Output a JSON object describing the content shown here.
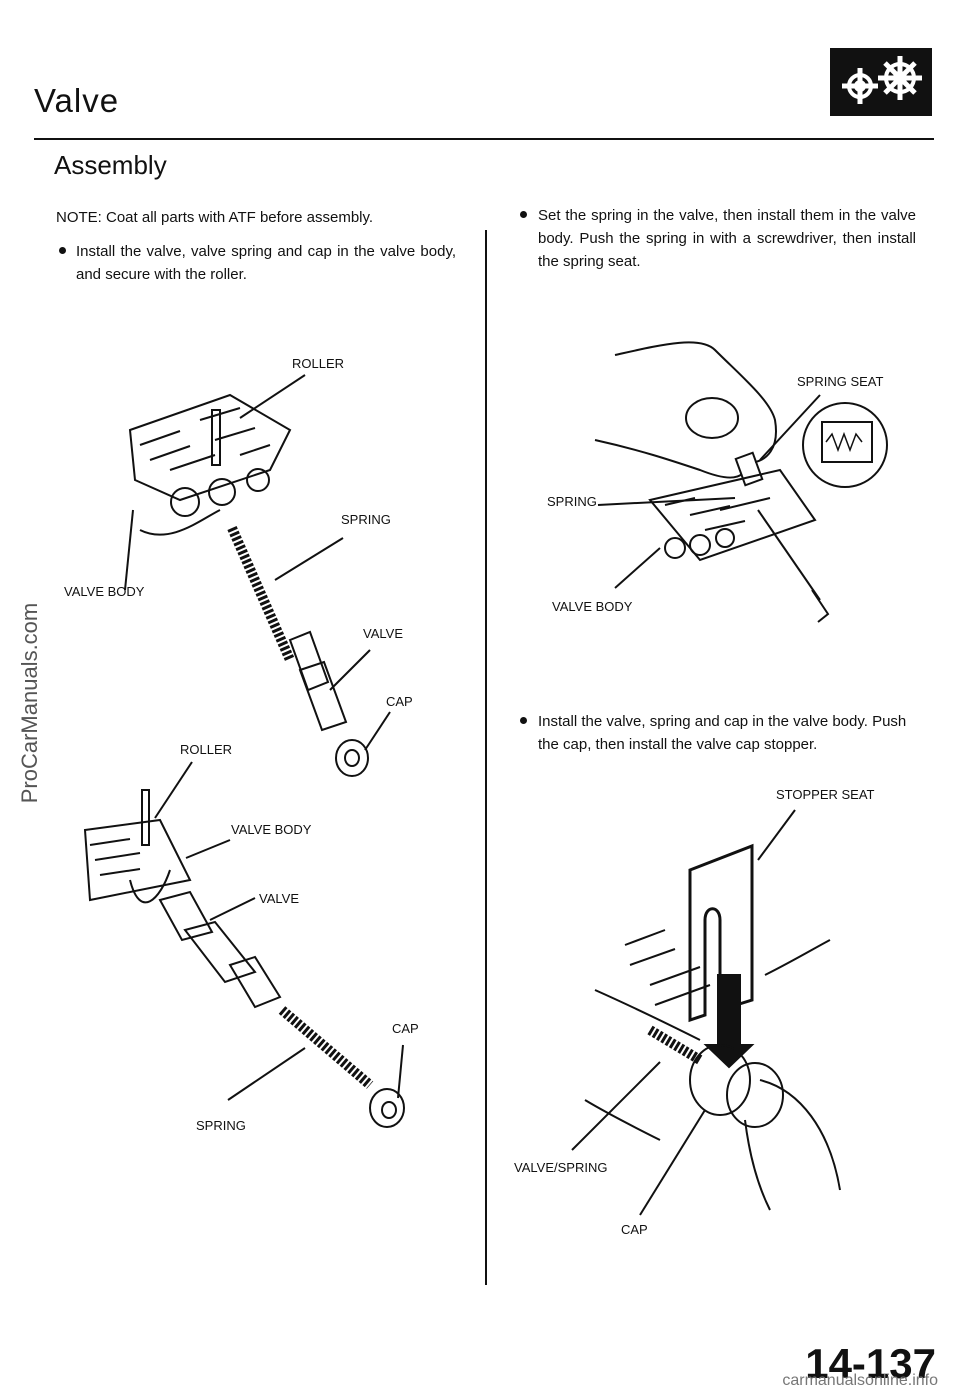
{
  "header": {
    "title": "Valve",
    "subtitle": "Assembly"
  },
  "left": {
    "note": "NOTE:  Coat all parts with ATF before assembly.",
    "step1": "Install the valve, valve spring and cap in the valve body, and secure with the roller.",
    "fig1": {
      "roller": "ROLLER",
      "spring": "SPRING",
      "valve_body": "VALVE BODY",
      "valve": "VALVE",
      "cap": "CAP"
    },
    "fig2": {
      "roller": "ROLLER",
      "valve_body": "VALVE BODY",
      "valve": "VALVE",
      "cap": "CAP",
      "spring": "SPRING"
    }
  },
  "right": {
    "step2": "Set the spring in the valve, then install them in the valve body. Push the spring in with a screwdriver, then install the spring seat.",
    "fig3": {
      "spring_seat": "SPRING SEAT",
      "spring": "SPRING",
      "valve_body": "VALVE BODY"
    },
    "step3": "Install the valve, spring and cap in the valve body. Push the cap, then install the valve cap stopper.",
    "fig4": {
      "stopper_seat": "STOPPER SEAT",
      "valve_spring": "VALVE/SPRING",
      "cap": "CAP"
    }
  },
  "footer": {
    "page_number": "14-137",
    "url": "carmanualsonline.info"
  },
  "watermark": "ProCarManuals.com",
  "icons": {
    "header_icon": "gears-icon"
  }
}
